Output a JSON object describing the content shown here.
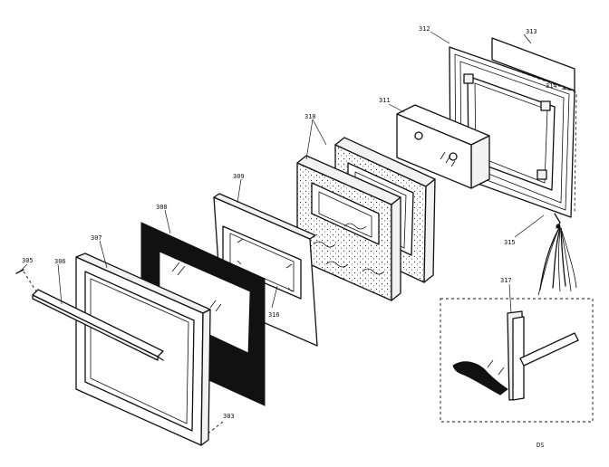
{
  "part_labels": {
    "p305": "305",
    "p306": "306",
    "p307": "307",
    "p308": "308",
    "p309": "309",
    "p310": "310",
    "p311": "311",
    "p312": "312",
    "p313": "313",
    "p314": "314",
    "p315": "315",
    "p316": "316",
    "p317": "317",
    "p303": "303",
    "corner_code": "DS"
  }
}
